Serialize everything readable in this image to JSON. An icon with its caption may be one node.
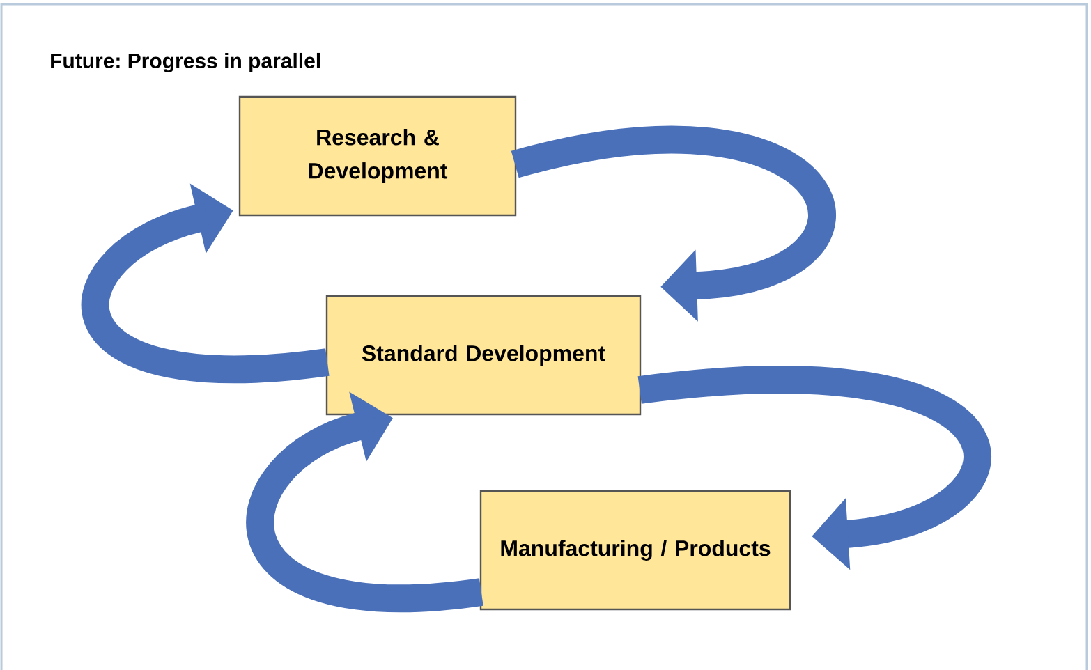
{
  "diagram": {
    "title": "Future: Progress in parallel",
    "nodes": [
      {
        "text": [
          "Research & Development"
        ]
      },
      {
        "text": [
          "Standard Development"
        ]
      },
      {
        "text": [
          "Manufacturing / Products"
        ]
      }
    ],
    "edges": [
      {
        "from": 0,
        "to": 1,
        "arrow": "to"
      },
      {
        "from": 1,
        "to": 0,
        "arrow": "to"
      },
      {
        "from": 1,
        "to": 2,
        "arrow": "to"
      },
      {
        "from": 2,
        "to": 1,
        "arrow": "to"
      }
    ]
  }
}
